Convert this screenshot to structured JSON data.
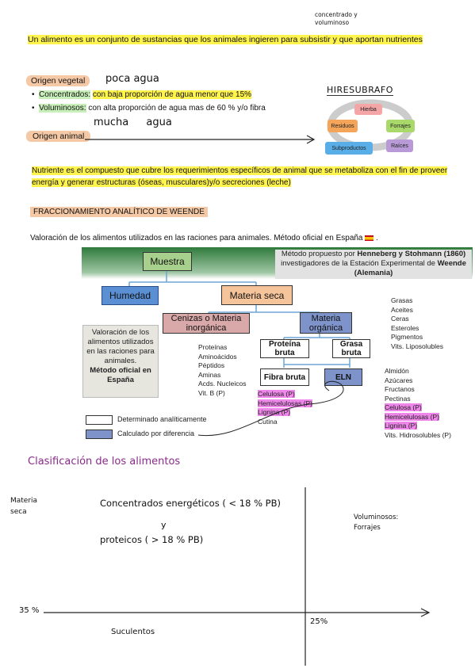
{
  "top_note": {
    "line1": "concentrado y",
    "line2": "voluminoso"
  },
  "definition": "Un alimento es un conjunto de sustancias que los animales ingieren para subsistir y que aportan nutrientes",
  "origen_vegetal": {
    "label": "Origen vegetal",
    "note_top": "poca agua",
    "bullets": [
      {
        "term": "Concentrados:",
        "text": "con baja proporción de agua menor que 15%"
      },
      {
        "term": "Voluminosos:",
        "text": "con alta proporción de agua mas de 60 % y/o fibra"
      }
    ],
    "note_bottom": "mucha agua"
  },
  "origen_animal": {
    "label": "Origen animal"
  },
  "cycle": {
    "title": "HIRESUBRAFO",
    "items": [
      {
        "label": "Hierba",
        "color": "#f4a6a6"
      },
      {
        "label": "Forrajes",
        "color": "#a9d96b"
      },
      {
        "label": "Raíces",
        "color": "#b79ad6"
      },
      {
        "label": "Subproductos",
        "color": "#5aaee8"
      },
      {
        "label": "Residuos",
        "color": "#f4a55a"
      }
    ]
  },
  "nutriente": "Nutriente es el compuesto que cubre los requerimientos específicos de animal que se metaboliza con el fin de proveer energía y generar estructuras (óseas, musculares)y/o secreciones (leche)",
  "fraccionamiento_title": "FRACCIONAMIENTO ANALÍTICO DE WEENDE",
  "valoracion": "Valoración de los alimentos utilizados en las raciones para animales. Método oficial en España",
  "diagram": {
    "caption": {
      "pre": "Método propuesto por ",
      "names": "Henneberg y Stohmann (1860)",
      "mid": " investigadores de la Estación Experimental de ",
      "place": "Weende (Alemania)"
    },
    "muestra": "Muestra",
    "humedad": "Humedad",
    "materia_seca": "Materia seca",
    "cenizas": "Cenizas o Materia inorgánica",
    "materia_organica": "Materia orgánica",
    "proteina_bruta": "Proteína bruta",
    "grasa_bruta": "Grasa bruta",
    "fibra_bruta": "Fibra bruta",
    "eln": "ELN",
    "valoracion_box": "Valoración de los alimentos utilizados en las raciones para animales.",
    "valoracion_bold": "Método oficial en España",
    "proteina_list": [
      "Proteínas",
      "Aminoácidos",
      "Péptidos",
      "Aminas",
      "Acds. Nucleicos",
      "Vit. B (P)"
    ],
    "fibra_list": [
      "Celulosa (P)",
      "Hemicelulosas (P)",
      "Lignina (P)",
      "Cutina"
    ],
    "grasa_list": [
      "Grasas",
      "Aceites",
      "Ceras",
      "Esteroles",
      "Pigmentos",
      "Vits. Liposolubles"
    ],
    "eln_list": [
      "Almidón",
      "Azúcares",
      "Fructanos",
      "Pectinas",
      "Celulosa (P)",
      "Hemicelulosas (P)",
      "Lignina (P)",
      "Vits. Hidrosolubles (P)"
    ],
    "legend_analitico": "Determinado analíticamente",
    "legend_diferencia": "Calculado por diferencia"
  },
  "clasificacion": {
    "title": "Clasificación de los alimentos",
    "y_label": "Materia seca",
    "q1_line1": "Concentrados energéticos ( < 18 % PB)",
    "q1_and": "y",
    "q1_line2": "proteicos ( > 18 % PB)",
    "q2": "Voluminosos: Forrajes",
    "y_tick": "35 %",
    "x_tick": "25%",
    "q3": "Suculentos"
  }
}
